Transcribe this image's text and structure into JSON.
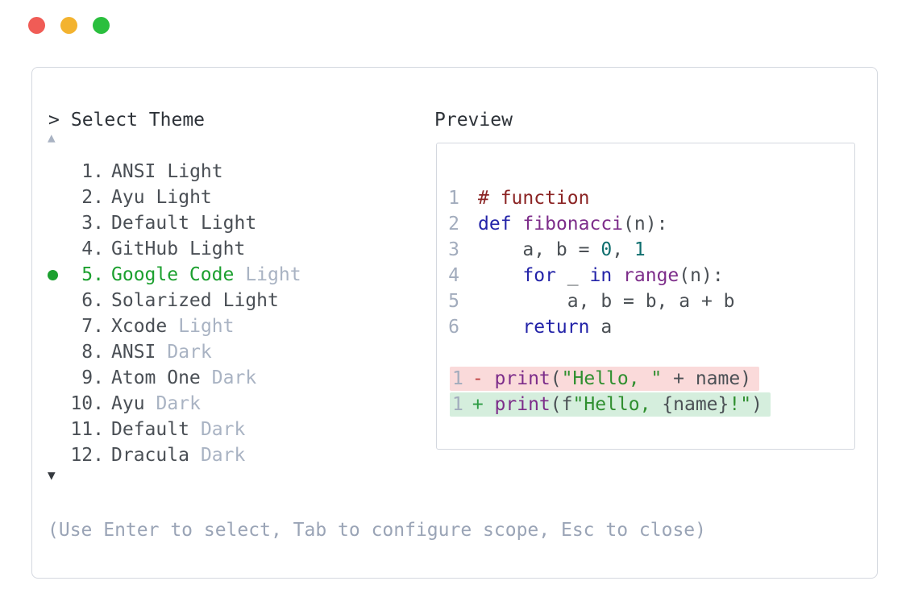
{
  "window_controls": {
    "close_icon": "close-circle",
    "minimize_icon": "minimize-circle",
    "zoom_icon": "zoom-circle"
  },
  "prompt": {
    "chevron": ">",
    "title": "Select Theme"
  },
  "scroll_indicators": {
    "up": "▲",
    "down": "▼"
  },
  "theme_list": [
    {
      "num": "1.",
      "name": "ANSI",
      "suffix": "Light",
      "suffix_muted": false,
      "selected": false
    },
    {
      "num": "2.",
      "name": "Ayu",
      "suffix": "Light",
      "suffix_muted": false,
      "selected": false
    },
    {
      "num": "3.",
      "name": "Default",
      "suffix": "Light",
      "suffix_muted": false,
      "selected": false
    },
    {
      "num": "4.",
      "name": "GitHub",
      "suffix": "Light",
      "suffix_muted": false,
      "selected": false
    },
    {
      "num": "5.",
      "name": "Google Code",
      "suffix": "Light",
      "suffix_muted": true,
      "selected": true
    },
    {
      "num": "6.",
      "name": "Solarized",
      "suffix": "Light",
      "suffix_muted": false,
      "selected": false
    },
    {
      "num": "7.",
      "name": "Xcode",
      "suffix": "Light",
      "suffix_muted": true,
      "selected": false
    },
    {
      "num": "8.",
      "name": "ANSI",
      "suffix": "Dark",
      "suffix_muted": true,
      "selected": false
    },
    {
      "num": "9.",
      "name": "Atom One",
      "suffix": "Dark",
      "suffix_muted": true,
      "selected": false
    },
    {
      "num": "10.",
      "name": "Ayu",
      "suffix": "Dark",
      "suffix_muted": true,
      "selected": false
    },
    {
      "num": "11.",
      "name": "Default",
      "suffix": "Dark",
      "suffix_muted": true,
      "selected": false
    },
    {
      "num": "12.",
      "name": "Dracula",
      "suffix": "Dark",
      "suffix_muted": true,
      "selected": false
    }
  ],
  "footer_hint": "(Use Enter to select, Tab to configure scope, Esc to close)",
  "preview": {
    "label": "Preview",
    "code_lines": [
      {
        "num": "1",
        "tokens": [
          [
            "comment",
            "# function"
          ]
        ]
      },
      {
        "num": "2",
        "tokens": [
          [
            "keyword",
            "def"
          ],
          [
            "plain",
            " "
          ],
          [
            "title",
            "fibonacci"
          ],
          [
            "plain",
            "(n):"
          ]
        ]
      },
      {
        "num": "3",
        "tokens": [
          [
            "plain",
            "    a, b = "
          ],
          [
            "number",
            "0"
          ],
          [
            "plain",
            ", "
          ],
          [
            "number",
            "1"
          ]
        ]
      },
      {
        "num": "4",
        "tokens": [
          [
            "plain",
            "    "
          ],
          [
            "keyword",
            "for"
          ],
          [
            "plain",
            " _ "
          ],
          [
            "keyword",
            "in"
          ],
          [
            "plain",
            " "
          ],
          [
            "title",
            "range"
          ],
          [
            "plain",
            "(n):"
          ]
        ]
      },
      {
        "num": "5",
        "tokens": [
          [
            "plain",
            "        a, b = b, a + b"
          ]
        ]
      },
      {
        "num": "6",
        "tokens": [
          [
            "plain",
            "    "
          ],
          [
            "keyword",
            "return"
          ],
          [
            "plain",
            " a"
          ]
        ]
      }
    ],
    "diff_lines": [
      {
        "num": "1",
        "sign": "-",
        "kind": "removed",
        "tokens": [
          [
            "title",
            "print"
          ],
          [
            "plain",
            "("
          ],
          [
            "string",
            "\"Hello, \""
          ],
          [
            "plain",
            " + name)"
          ]
        ]
      },
      {
        "num": "1",
        "sign": "+",
        "kind": "added",
        "tokens": [
          [
            "title",
            "print"
          ],
          [
            "plain",
            "(f"
          ],
          [
            "string",
            "\"Hello, "
          ],
          [
            "plain",
            "{name}"
          ],
          [
            "string",
            "!\""
          ],
          [
            "plain",
            ")"
          ]
        ]
      }
    ]
  },
  "colors": {
    "traffic-red": "#f05c56",
    "traffic-yellow": "#f3b32f",
    "traffic-green": "#2abf3e",
    "border": "#d4d8df",
    "text-dark": "#2d3238",
    "text-list": "#4a4f55",
    "muted": "#9aa4b6",
    "muted-light": "#a9b3c3",
    "arrow-dark": "#35393f",
    "accent-green": "#1ca02f",
    "ln": "#a2acbd",
    "comment": "#8b2424",
    "keyword": "#2323a8",
    "title": "#7d2d8a",
    "number": "#0e6e6e",
    "string": "#2f8f2f",
    "plain": "#4b5055",
    "removed-bg": "#fadada",
    "added-bg": "#d5eedd",
    "minus": "#bf4040",
    "plus": "#2c9c44"
  }
}
